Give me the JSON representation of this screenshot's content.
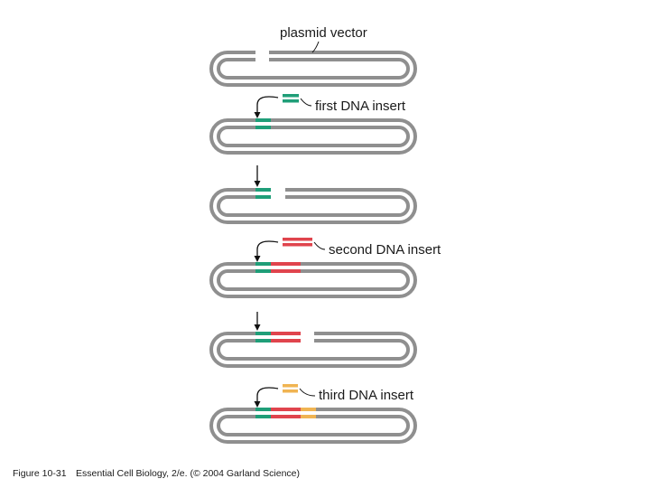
{
  "labels": {
    "plasmid_vector": "plasmid vector",
    "first_insert": "first DNA insert",
    "second_insert": "second DNA insert",
    "third_insert": "third DNA insert"
  },
  "caption": {
    "figure": "Figure 10-31",
    "source": "Essential Cell Biology, 2/e. (© 2004 Garland Science)"
  },
  "colors": {
    "plasmid": "#8f8f8f",
    "first_insert": "#1f9e78",
    "second_insert": "#e0444d",
    "third_insert": "#f0b452",
    "arrow": "#111111"
  }
}
